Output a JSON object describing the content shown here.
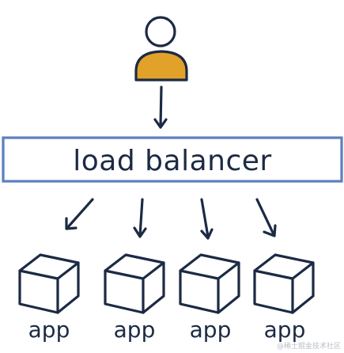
{
  "diagram": {
    "balancer_label": "load balancer",
    "app_labels": [
      "app",
      "app",
      "app",
      "app"
    ],
    "watermark": "@稀土掘金技术社区",
    "colors": {
      "ink": "#1c2a44",
      "user_body": "#e2a229",
      "balancer_border": "#5b7fc0"
    }
  }
}
